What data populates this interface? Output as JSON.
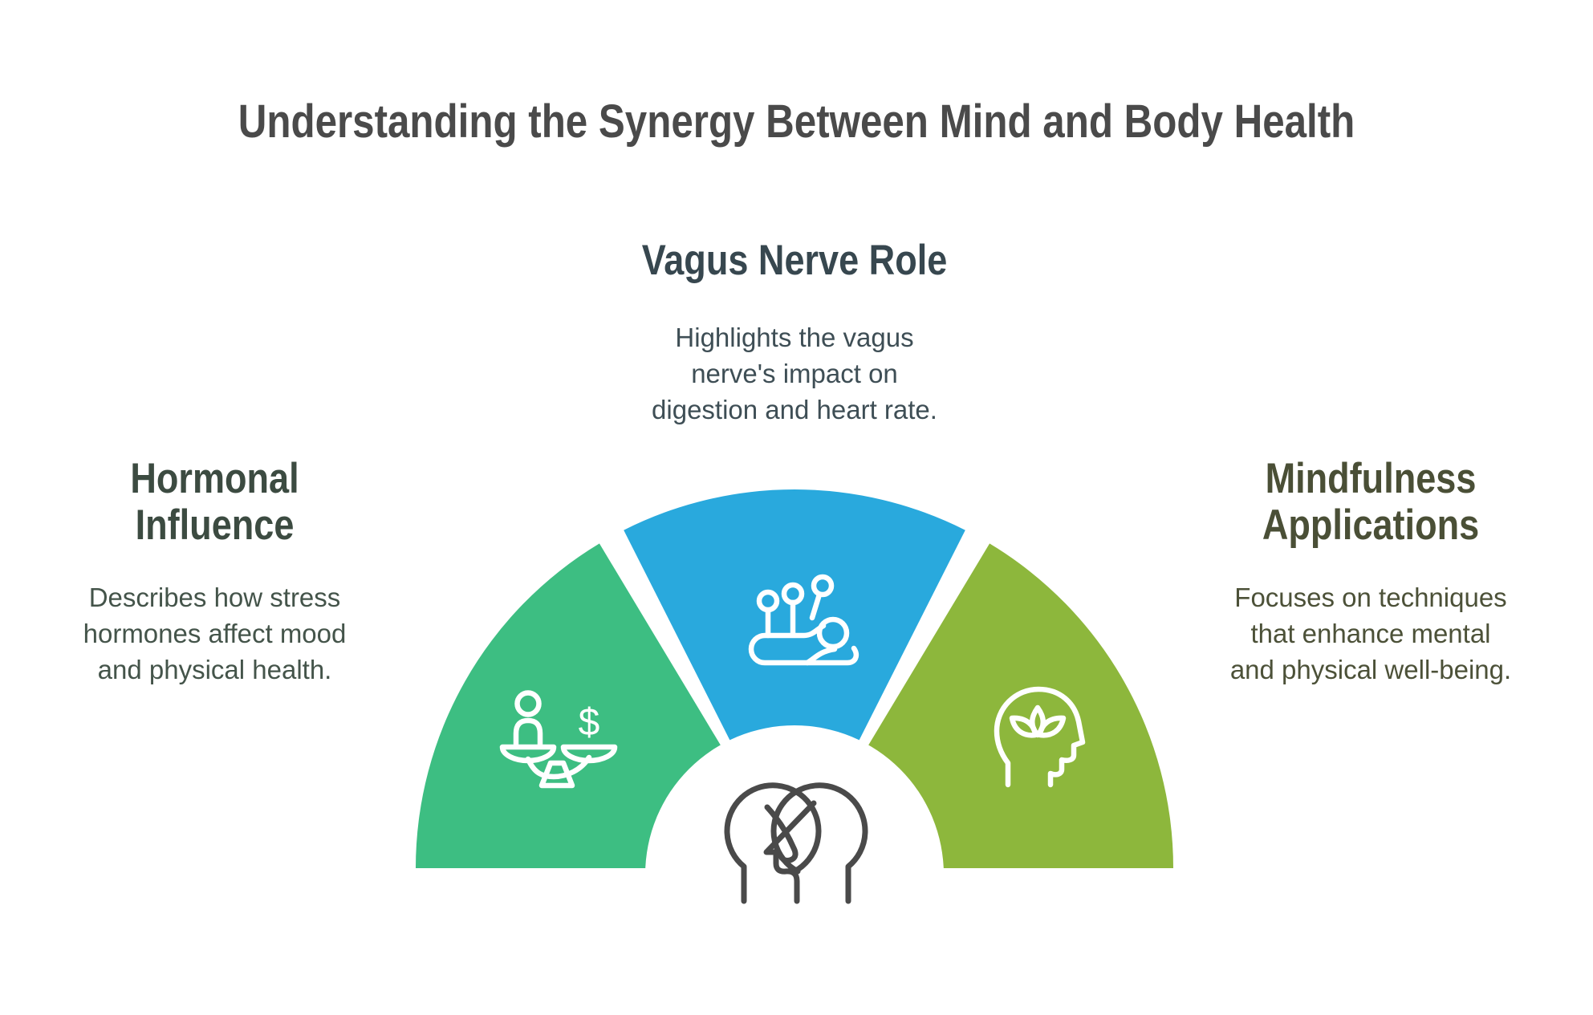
{
  "title": "Understanding the Synergy Between Mind and Body Health",
  "sections": {
    "vagus": {
      "heading": "Vagus Nerve Role",
      "body": [
        "Highlights the vagus",
        "nerve's impact on",
        "digestion and heart rate."
      ],
      "segment_color": "#29A9DD",
      "text_color": "#37474F",
      "icon": "acupuncture-icon"
    },
    "hormonal": {
      "heading": [
        "Hormonal",
        "Influence"
      ],
      "body": [
        "Describes how stress",
        "hormones affect mood",
        "and physical health."
      ],
      "segment_color": "#3DBE82",
      "text_color": "#3C4B41",
      "icon": "balance-scale-icon",
      "icon_glyph": "$"
    },
    "mindfulness": {
      "heading": [
        "Mindfulness",
        "Applications"
      ],
      "body": [
        "Focuses on techniques",
        "that enhance mental",
        "and physical well-being."
      ],
      "segment_color": "#8DB73C",
      "text_color": "#4A4F36",
      "icon": "head-lotus-icon"
    }
  },
  "center_icon": "two-heads-icon",
  "colors": {
    "background": "#FFFFFF",
    "title_text": "#4A4A4A",
    "icon_stroke": "#FFFFFF",
    "heads_icon_stroke": "#4A4A4A",
    "dome_fill": "#FFFFFF"
  }
}
